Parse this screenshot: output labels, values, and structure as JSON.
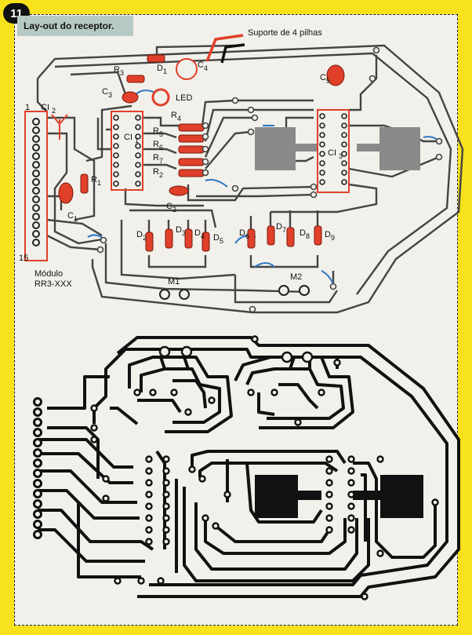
{
  "figure": {
    "number": "11",
    "title": "Lay-out do receptor."
  },
  "labels": {
    "battery": "Suporte de 4 pilhas",
    "module_line1": "Módulo",
    "module_line2": "RR3-XXX",
    "ci1": "CI",
    "ci1_sub": "1",
    "ci2": "CI",
    "ci2_sub": "2",
    "ci3": "CI",
    "ci3_sub": "3",
    "pin1": "1",
    "pin15": "15",
    "r1": "R",
    "r1_sub": "1",
    "r3": "R",
    "r3_sub": "3",
    "r4": "R",
    "r4_sub": "4",
    "r5": "R",
    "r5_sub": "5",
    "r6": "R",
    "r6_sub": "6",
    "r7": "R",
    "r7_sub": "7",
    "r2": "R",
    "r2_sub": "2",
    "d1": "D",
    "d1_sub": "1",
    "d2": "D",
    "d2_sub": "2",
    "d3": "D",
    "d3_sub": "3",
    "d4": "D",
    "d4_sub": "4",
    "d5": "D",
    "d5_sub": "5",
    "d6": "D",
    "d6_sub": "6",
    "d7": "D",
    "d7_sub": "7",
    "d8": "D",
    "d8_sub": "8",
    "d9": "D",
    "d9_sub": "9",
    "c1": "C",
    "c1_sub": "1",
    "c2": "C",
    "c2_sub": "2",
    "c3": "C",
    "c3_sub": "3",
    "c4": "C",
    "c4_sub": "4",
    "c5": "C",
    "c5_sub": "5",
    "led": "LED",
    "m1": "M1",
    "m2": "M2"
  },
  "colors": {
    "background": "#f7e21b",
    "panel": "#f2f0ea",
    "trace": "#222222",
    "jumper": "#2b78c2",
    "component": "#e0402a",
    "title_box": "#b7c9c4"
  }
}
